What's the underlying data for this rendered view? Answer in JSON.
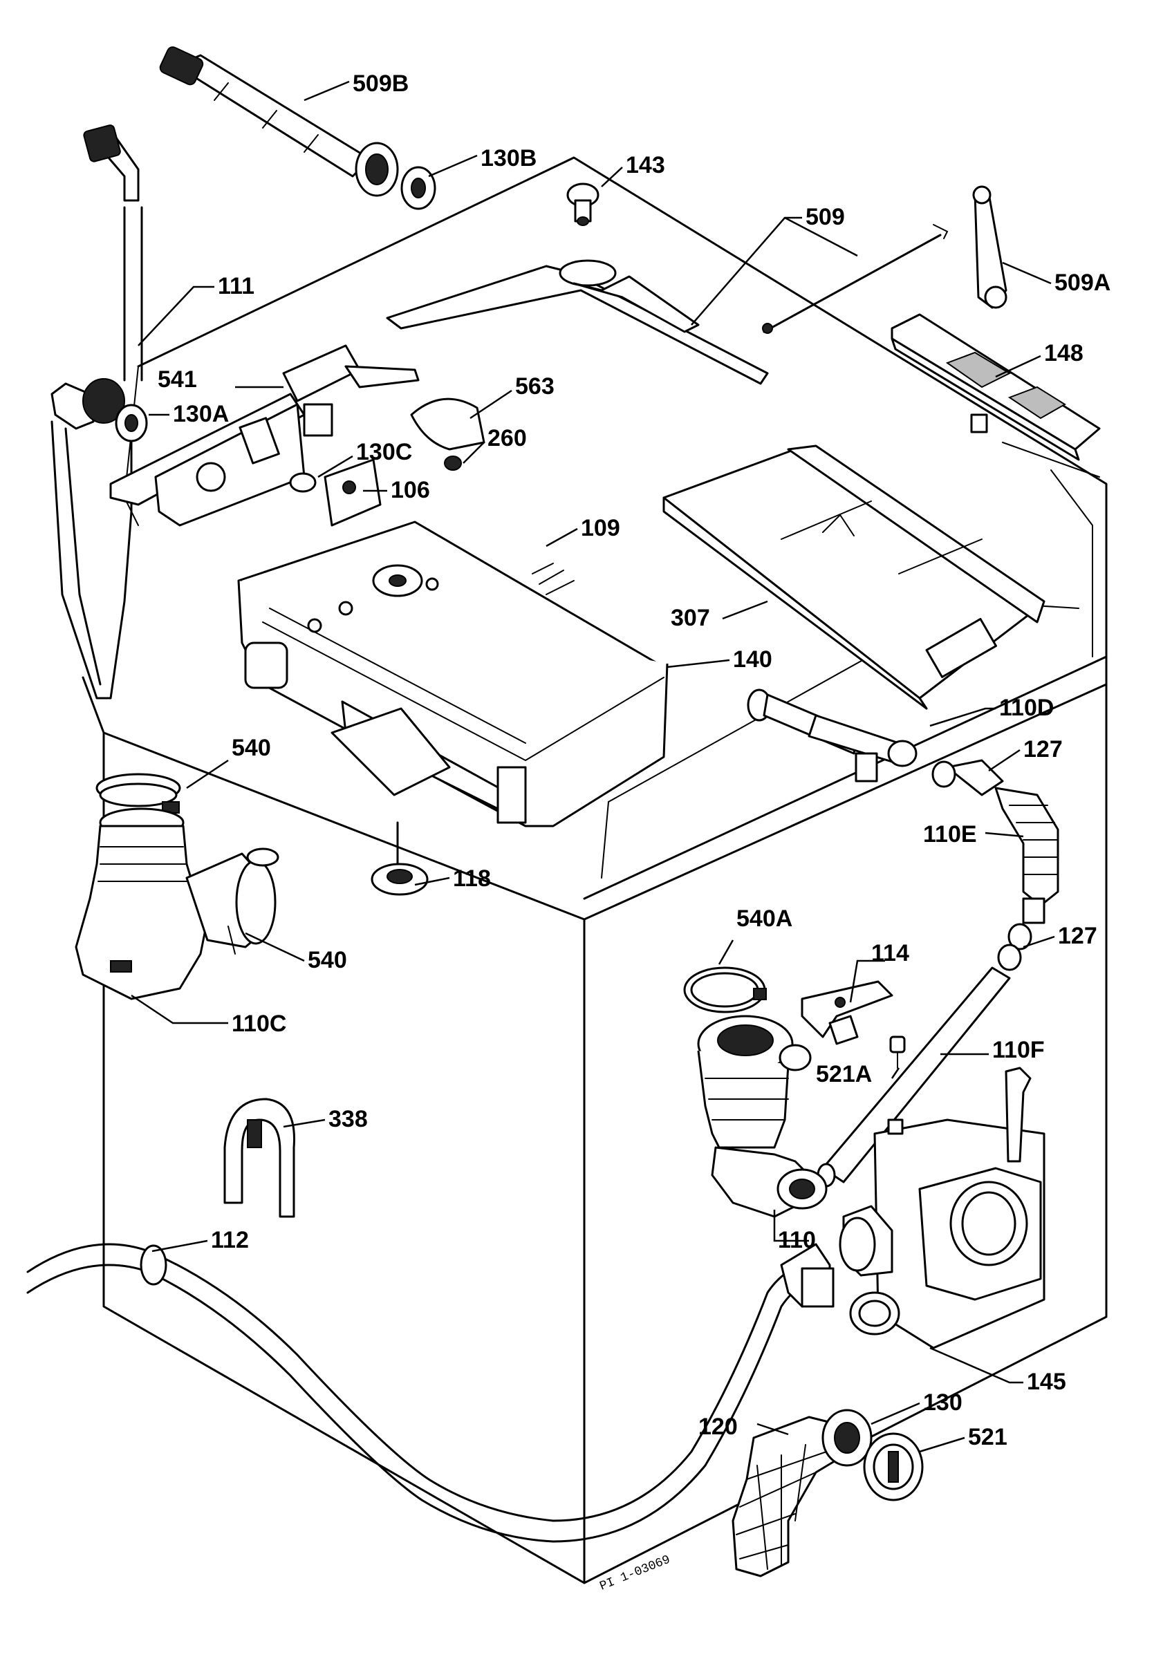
{
  "reference_code": "PI 1-03069",
  "labels": {
    "l509b": "509B",
    "l130b": "130B",
    "l143": "143",
    "l509": "509",
    "l111": "111",
    "l509a": "509A",
    "l541": "541",
    "l130a": "130A",
    "l563": "563",
    "l148": "148",
    "l260": "260",
    "l130c": "130C",
    "l106": "106",
    "l109": "109",
    "l307": "307",
    "l140": "140",
    "l110d": "110D",
    "l540top": "540",
    "l127a": "127",
    "l110e": "110E",
    "l118": "118",
    "l540side": "540",
    "l540a": "540A",
    "l114": "114",
    "l127b": "127",
    "l110c": "110C",
    "l110f": "110F",
    "l521a": "521A",
    "l338": "338",
    "l110": "110",
    "l112": "112",
    "l145": "145",
    "l130": "130",
    "l120": "120",
    "l521": "521"
  }
}
